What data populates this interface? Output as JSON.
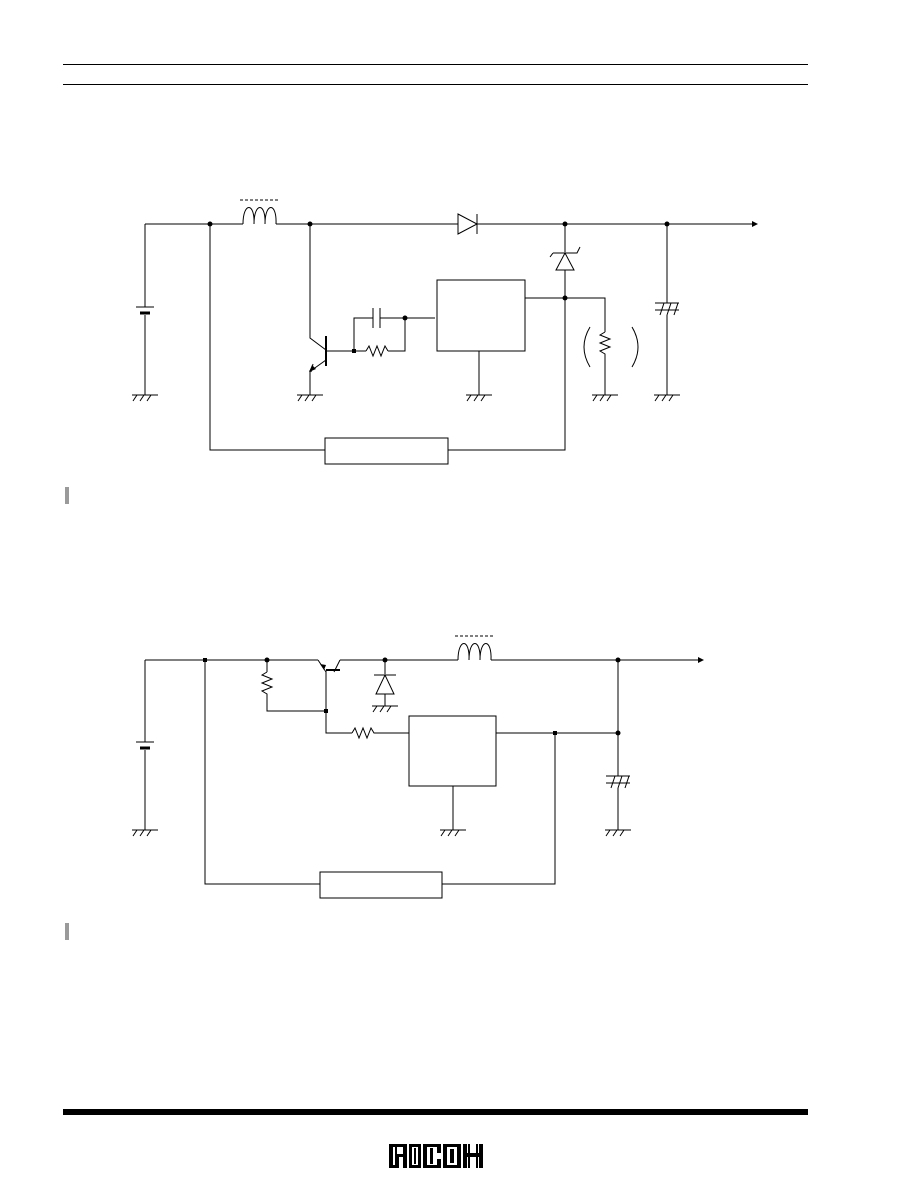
{
  "page": {
    "header_rules": 2,
    "footer_rule": true
  },
  "diagrams": [
    {
      "name": "boost-converter-circuit",
      "components": [
        "battery",
        "inductor",
        "npn-transistor",
        "diode",
        "zener-diode",
        "capacitor",
        "resistor",
        "feedback-resistor",
        "ic-block",
        "controller-block",
        "output-capacitor",
        "ground"
      ]
    },
    {
      "name": "step-down-converter-circuit",
      "components": [
        "battery",
        "pnp-transistor",
        "resistor",
        "schottky-diode",
        "inductor",
        "ic-block",
        "controller-block",
        "output-capacitor",
        "ground"
      ]
    }
  ],
  "colors": {
    "ink": "#000000",
    "marker": "#9a9a9a"
  },
  "logo": {
    "name": "ricoh-logo",
    "text": "RICOH"
  }
}
